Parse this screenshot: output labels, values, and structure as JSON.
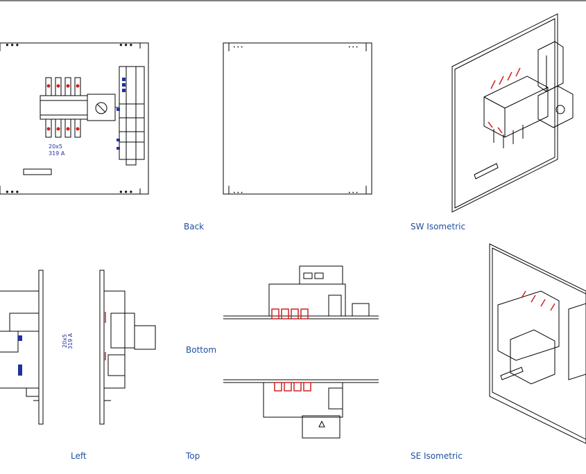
{
  "views": {
    "back": "Back",
    "sw_isometric": "SW Isometric",
    "bottom": "Bottom",
    "left": "Left",
    "top": "Top",
    "se_isometric": "SE Isometric"
  },
  "annotations": {
    "front_switch_size": "20x5",
    "front_switch_rating": "319 A",
    "left_switch_size": "20x5",
    "left_switch_rating": "319 A"
  },
  "colors": {
    "line": "#000000",
    "accent_red": "#d02020",
    "annotation_blue": "#2030a0",
    "label_blue": "#1f4fa0"
  }
}
